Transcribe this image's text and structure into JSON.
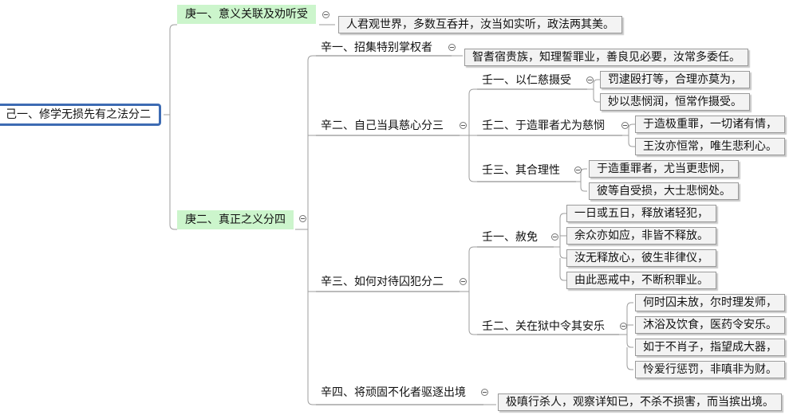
{
  "root": "己一、修学无损先有之法分二",
  "geng1": {
    "label": "庚一、意义关联及劝听受",
    "text": "人君观世界，多数互呑并，汝当如实听，政法两其美。"
  },
  "geng2": {
    "label": "庚二、真正之义分四",
    "xin1": {
      "label": "辛一、招集特别掌权者",
      "text": "智耆宿贵族，知理誓罪业，善良见必要，汝常多委任。"
    },
    "xin2": {
      "label": "辛二、自己当具慈心分三",
      "ren1": {
        "label": "壬一、以仁慈摄受",
        "lines": [
          "罚逮殴打等，合理亦莫为，",
          "妙以悲悯润，恒常作摄受。"
        ]
      },
      "ren2": {
        "label": "壬二、于造罪者尤为慈悯",
        "lines": [
          "于造极重罪，一切诸有情，",
          "王汝亦恒常，唯生悲利心。"
        ]
      },
      "ren3": {
        "label": "壬三、其合理性",
        "lines": [
          "于造重罪者，尤当更悲悯，",
          "彼等自受损，大士悲悯处。"
        ]
      }
    },
    "xin3": {
      "label": "辛三、如何对待囚犯分二",
      "ren1": {
        "label": "壬一、赦免",
        "lines": [
          "一日或五日，释放诸轻犯，",
          "余众亦如应，非皆不释放。",
          "汝无释放心，彼生非律仪，",
          "由此恶戒中，不断积罪业。"
        ]
      },
      "ren2": {
        "label": "壬二、关在狱中令其安乐",
        "lines": [
          "何时囚未放，尔时理发师，",
          "沐浴及饮食，医药令安乐。",
          "如于不肖子，指望成大器，",
          "怜爱行惩罚，非嗔非为财。"
        ]
      }
    },
    "xin4": {
      "label": "辛四、将顽固不化者驱逐出境",
      "text": "极嗔行杀人，观察详知已，不杀不损害，而当摈出境。"
    }
  }
}
